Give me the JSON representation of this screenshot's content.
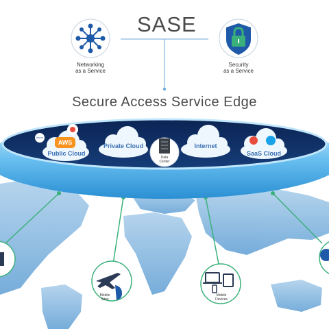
{
  "header": {
    "title": "SASE",
    "subtitle": "Secure Access Service Edge"
  },
  "services": {
    "networking": {
      "line1": "Networking",
      "line2": "as a Service"
    },
    "security": {
      "line1": "Security",
      "line2": "as a Service"
    }
  },
  "ring": {
    "public_cloud": "Public Cloud",
    "aws": "AWS",
    "private_cloud": "Private Cloud",
    "data_center": {
      "line1": "Data",
      "line2": "Center"
    },
    "internet": "Internet",
    "saas_cloud": "SaaS Cloud",
    "azure": "Azure"
  },
  "nodes": {
    "mobile_sites": {
      "line1": "Mobile",
      "line2": "Sites"
    },
    "mobile_devices": {
      "line1": "Mobile",
      "line2": "Devices"
    }
  },
  "colors": {
    "accent": "#2b8fd6",
    "ring_light": "#8fd0f2",
    "ring_dark": "#0f2d5e",
    "green": "#3ab07a",
    "map": "#7fb3dd"
  }
}
